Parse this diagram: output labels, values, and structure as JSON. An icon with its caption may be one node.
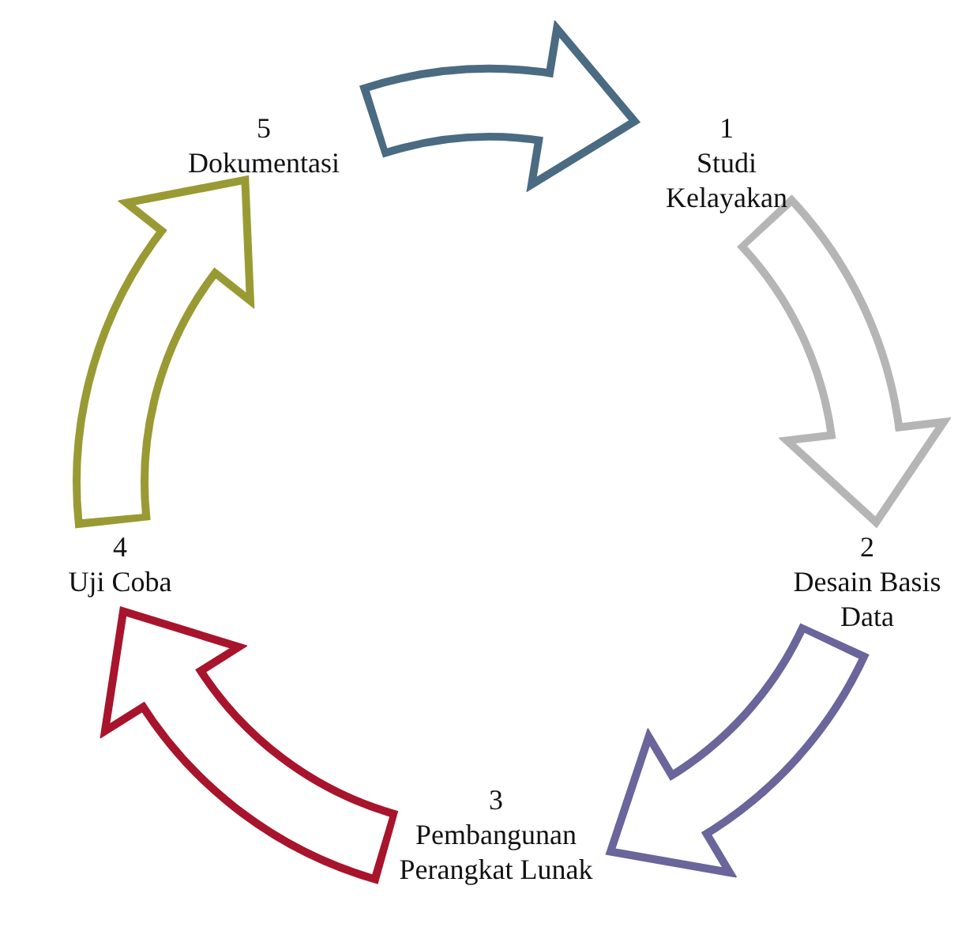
{
  "diagram": {
    "nodes": [
      {
        "text": [
          "1",
          "Studi Kelayakan"
        ]
      },
      {
        "text": [
          "2",
          "Desain Basis Data"
        ]
      },
      {
        "text": [
          "3",
          "Pembangunan Perangkat Lunak"
        ]
      },
      {
        "text": [
          "4",
          "Uji Coba"
        ]
      },
      {
        "text": [
          "5",
          "Dokumentasi"
        ]
      }
    ],
    "edges": [
      {
        "from": 4,
        "to": 0,
        "arrow": "to",
        "color": "#4a6b82"
      },
      {
        "from": 0,
        "to": 1,
        "arrow": "to",
        "color": "#b5b5b5"
      },
      {
        "from": 1,
        "to": 2,
        "arrow": "to",
        "color": "#6a659a"
      },
      {
        "from": 2,
        "to": 3,
        "arrow": "to",
        "color": "#a8142c"
      },
      {
        "from": 3,
        "to": 4,
        "arrow": "to",
        "color": "#9a9a34"
      }
    ]
  }
}
